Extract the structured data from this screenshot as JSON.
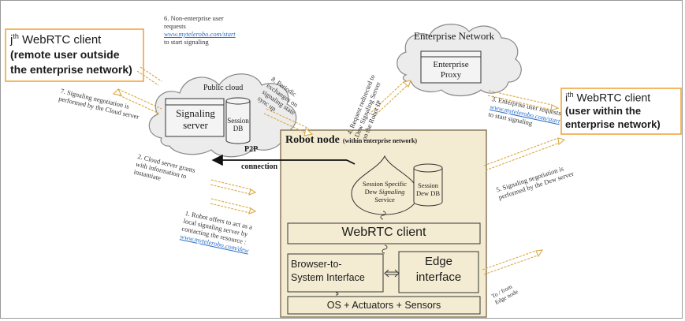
{
  "colors": {
    "client_box_border": "#f0a030",
    "robot_fill": "#f4ecd2",
    "robot_border": "#8a7a5a",
    "cloud_fill": "#ececec",
    "dashed_arrow": "#e8c060",
    "link": "#2a6fc9"
  },
  "jth_client": {
    "title_prefix": "j",
    "title_sup": "th",
    "title_rest": " WebRTC client",
    "line1": "(remote user outside",
    "line2": "the enterprise network)"
  },
  "ith_client": {
    "title_prefix": "i",
    "title_sup": "th",
    "title_rest": " WebRTC client",
    "line1": "(user within the",
    "line2": "enterprise network)"
  },
  "public_cloud": {
    "label": "Public cloud",
    "signaling_server": [
      "Signaling",
      "server"
    ],
    "session_db": [
      "Session",
      "DB"
    ]
  },
  "enterprise_network": {
    "label": "Enterprise Network",
    "proxy": [
      "Enterprise",
      "Proxy"
    ]
  },
  "robot_node": {
    "title": "Robot node",
    "subtitle": "(within enterprise network)",
    "dew_service": [
      "Session Specific",
      "Dew",
      "Signaling",
      "Service"
    ],
    "dew_db": [
      "Session",
      "Dew DB"
    ],
    "webrtc_client": "WebRTC client",
    "browser_interface": [
      "Browser-to-",
      "System Interface"
    ],
    "edge_interface": [
      "Edge",
      "interface"
    ],
    "os": "OS + Actuators + Sensors"
  },
  "p2p": [
    "P2P",
    "connection"
  ],
  "steps": {
    "s1": [
      "1. Robot offers to act as a",
      "local signaling server by",
      "contacting the resource :"
    ],
    "s1_link": "www.mytelerobo.com/dew",
    "s2": [
      "2. Cloud server grants",
      "with information to",
      "instantiate"
    ],
    "s3": [
      "3. Enterprise user requests"
    ],
    "s3_link": "www.mytelerobo.com/start",
    "s3_tail": "to start signaling",
    "s4": [
      "4. Request redirected to",
      "Dew Signaling Server",
      "on the Robot IP"
    ],
    "s5": [
      "5. Signaling negotiation is",
      "performed by the Dew server"
    ],
    "s6": [
      "6. Non-enterprise user",
      "requests"
    ],
    "s6_link": "www.mytelerobo.com/start",
    "s6_tail": "to start signaling",
    "s7": [
      "7. Signaling negotiation is",
      "performed by the Cloud server"
    ],
    "s8": [
      "8. Periodic",
      "exchanges on",
      "signaling state",
      "sync up"
    ],
    "edge_note": [
      "To / from",
      "Edge node"
    ]
  }
}
